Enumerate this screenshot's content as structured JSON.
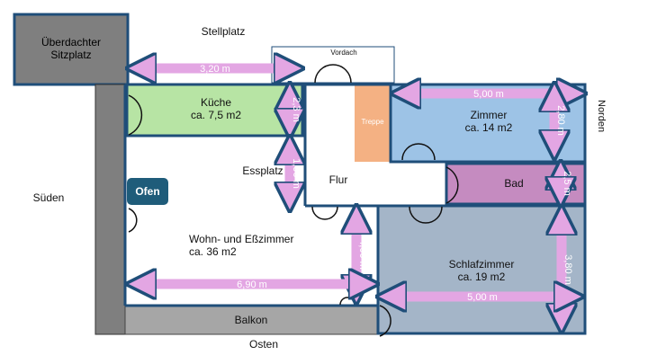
{
  "rooms": {
    "covered_seat": {
      "line1": "Überdachter",
      "line2": "Sitzplatz"
    },
    "parking": "Stellplatz",
    "canopy": "Vordach",
    "kitchen": {
      "name": "Küche",
      "area": "ca. 7,5 m2"
    },
    "stairs": "Treppe",
    "room": {
      "name": "Zimmer",
      "area": "ca. 14 m2"
    },
    "dining_spot": "Essplatz",
    "hall": "Flur",
    "bath": "Bad",
    "oven": "Ofen",
    "living": {
      "name": "Wohn- und Eßzimmer",
      "area": "ca. 36 m2"
    },
    "bedroom": {
      "name": "Schlafzimmer",
      "area": "ca. 19 m2"
    },
    "balcony": "Balkon"
  },
  "compass": {
    "south": "Süden",
    "north": "Norden",
    "east": "Osten"
  },
  "dimensions": {
    "terrace_width": "3,20 m",
    "kitchen_depth": "2,3 m",
    "dining_depth": "1,90 m",
    "room_width": "5,00 m",
    "room_depth": "2,80 m",
    "bath_depth": "2,5 m",
    "living_depth": "4,00 m",
    "living_width": "6,90 m",
    "bedroom_depth": "3,80 m",
    "bedroom_width": "5,00 m"
  },
  "colors": {
    "wall": "#1f4e79",
    "kitchen": "#b7e4a4",
    "room": "#9dc3e6",
    "stairs": "#f4b183",
    "bath": "#c58bc0",
    "bedroom": "#a4b5c8",
    "arrow": "#e3a6e3",
    "terrace": "#7f7f7f",
    "oven": "#1f5c7a"
  }
}
